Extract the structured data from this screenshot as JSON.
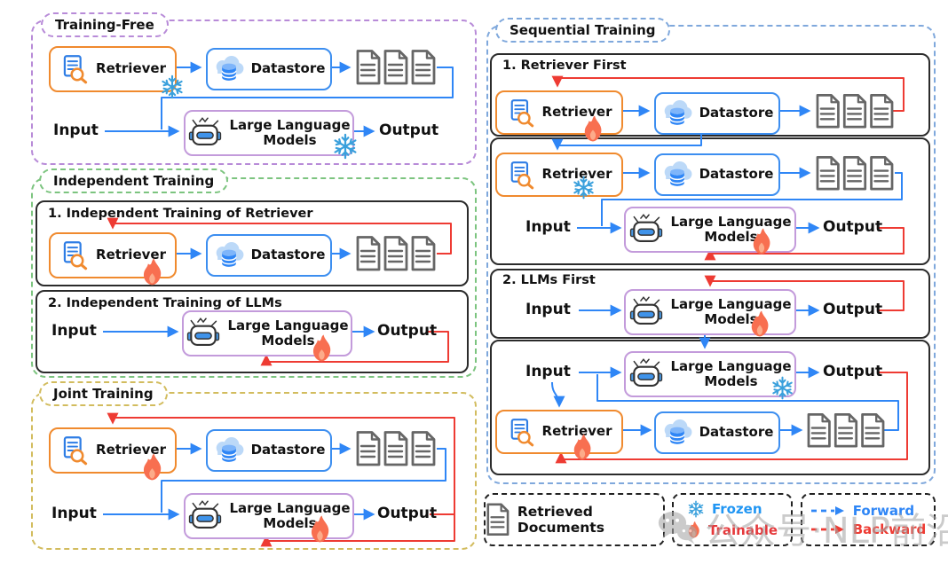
{
  "labels": {
    "retriever": "Retriever",
    "datastore": "Datastore",
    "llm_line1": "Large Language",
    "llm_line2": "Models",
    "input": "Input",
    "output": "Output"
  },
  "sections": {
    "training_free": {
      "title": "Training-Free"
    },
    "independent": {
      "title": "Independent Training",
      "step1": "1. Independent Training of Retriever",
      "step2": "2. Independent Training of LLMs"
    },
    "joint": {
      "title": "Joint Training"
    },
    "sequential": {
      "title": "Sequential Training",
      "step1": "1. Retriever First",
      "step2": "2. LLMs First"
    }
  },
  "legend": {
    "retrieved_documents": "Retrieved Documents",
    "frozen": "Frozen",
    "trainable": "Trainable",
    "forward": "Forward",
    "backward": "Backward"
  },
  "watermark": {
    "text": "公众号·NLP前沿"
  },
  "icons": {
    "retriever": "document-search-icon",
    "datastore": "cloud-database-icon",
    "llm": "robot-icon",
    "documents": "document-stack-icon",
    "frozen": "snowflake-icon",
    "trainable": "flame-icon",
    "watermark": "wechat-icon"
  },
  "colors": {
    "forward": "#2f86f6",
    "backward": "#ee3b33",
    "retriever_border": "#f08a2e",
    "datastore_border": "#3c8ef0",
    "llm_border": "#c39bdb",
    "training_free_border": "#b88bd8",
    "independent_border": "#7cc47f",
    "joint_border": "#d2bc5e",
    "sequential_border": "#7fa8dc",
    "frozen": "#3aa0dc",
    "trainable": "#f86f50"
  }
}
